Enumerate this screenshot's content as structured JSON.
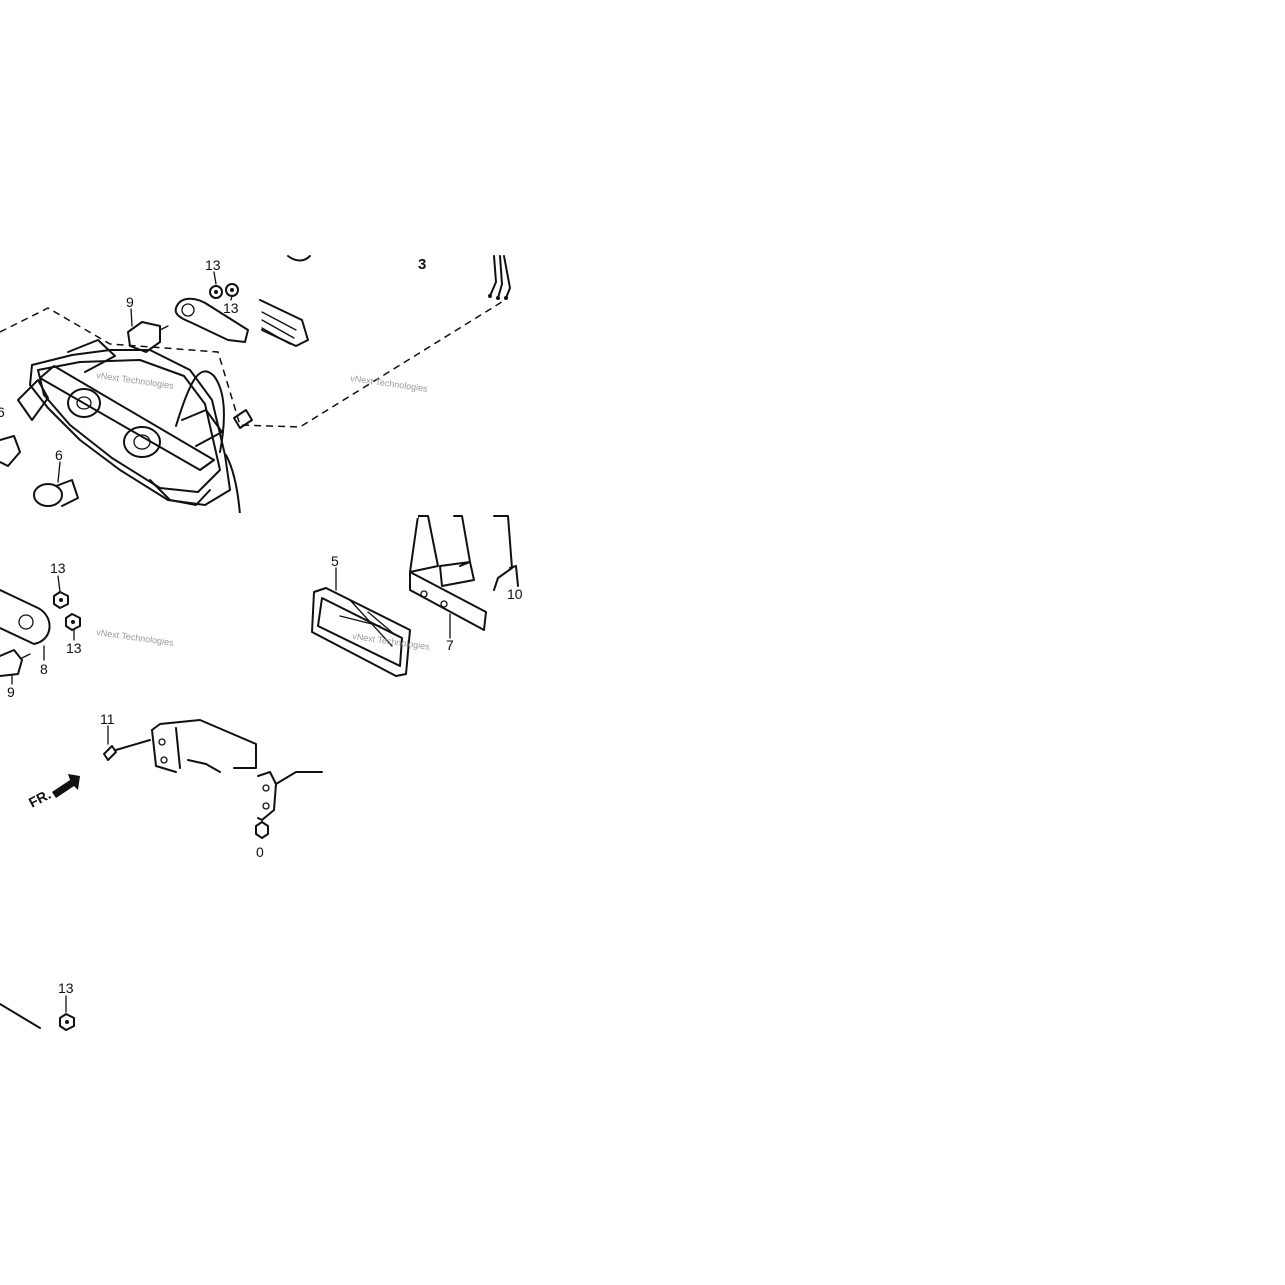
{
  "diagram": {
    "callouts": {
      "part_3": "3",
      "part_5": "5",
      "part_6a": "6",
      "part_6b": "6",
      "part_7": "7",
      "part_8": "8",
      "part_9a": "9",
      "part_9b": "9",
      "part_10a": "10",
      "part_10b": "0",
      "part_11": "11",
      "part_13a": "13",
      "part_13b": "13",
      "part_13c": "13",
      "part_13d": "13",
      "part_13e": "13"
    },
    "front_marker": "FR.",
    "watermark": "vNext Technologies"
  }
}
